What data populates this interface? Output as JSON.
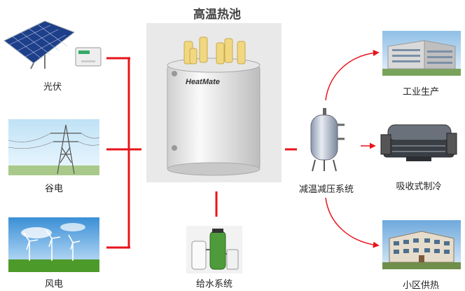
{
  "title": "高温热池",
  "brand": "HeatMate",
  "sources": [
    {
      "label": "光伏",
      "icon": "solar-panel-icon"
    },
    {
      "label": "谷电",
      "icon": "power-tower-icon"
    },
    {
      "label": "风电",
      "icon": "wind-turbine-icon"
    }
  ],
  "water_supply": {
    "label": "给水系统",
    "icon": "water-treatment-icon"
  },
  "reducer": {
    "label": "减温减压系统",
    "icon": "pressure-vessel-icon"
  },
  "outputs": [
    {
      "label": "工业生产",
      "icon": "factory-icon"
    },
    {
      "label": "吸收式制冷",
      "icon": "chiller-icon"
    },
    {
      "label": "小区供热",
      "icon": "residential-building-icon"
    }
  ],
  "colors": {
    "arrow": "#e8141b",
    "title": "#444444"
  }
}
